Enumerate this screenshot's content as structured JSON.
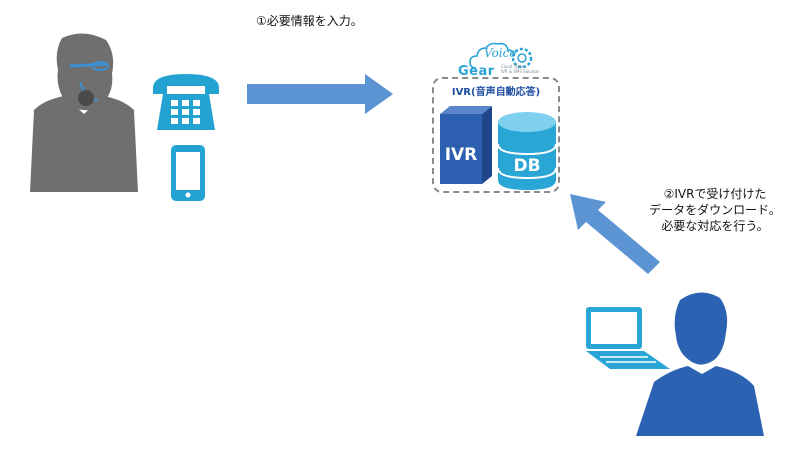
{
  "step1": {
    "text": "①必要情報を入力。"
  },
  "step2": {
    "lines": [
      "②IVRで受け付けた",
      "データをダウンロード。",
      "必要な対応を行う。"
    ]
  },
  "ivr": {
    "title": "IVR(音声自動応答)",
    "server_label": "IVR",
    "db_label": "DB"
  },
  "logo": {
    "voice": "Voice",
    "gear": "Gear",
    "sub_line1": "Cloud Type",
    "sub_line2": "IVR & SMS Solution"
  },
  "colors": {
    "arrow": "#5b93d3",
    "caller": "#6f6f6f",
    "phone": "#24a3d3",
    "server": "#2d5fb0",
    "db": "#29a6d6",
    "operator": "#2b62b1",
    "laptop": "#29a6d6"
  }
}
